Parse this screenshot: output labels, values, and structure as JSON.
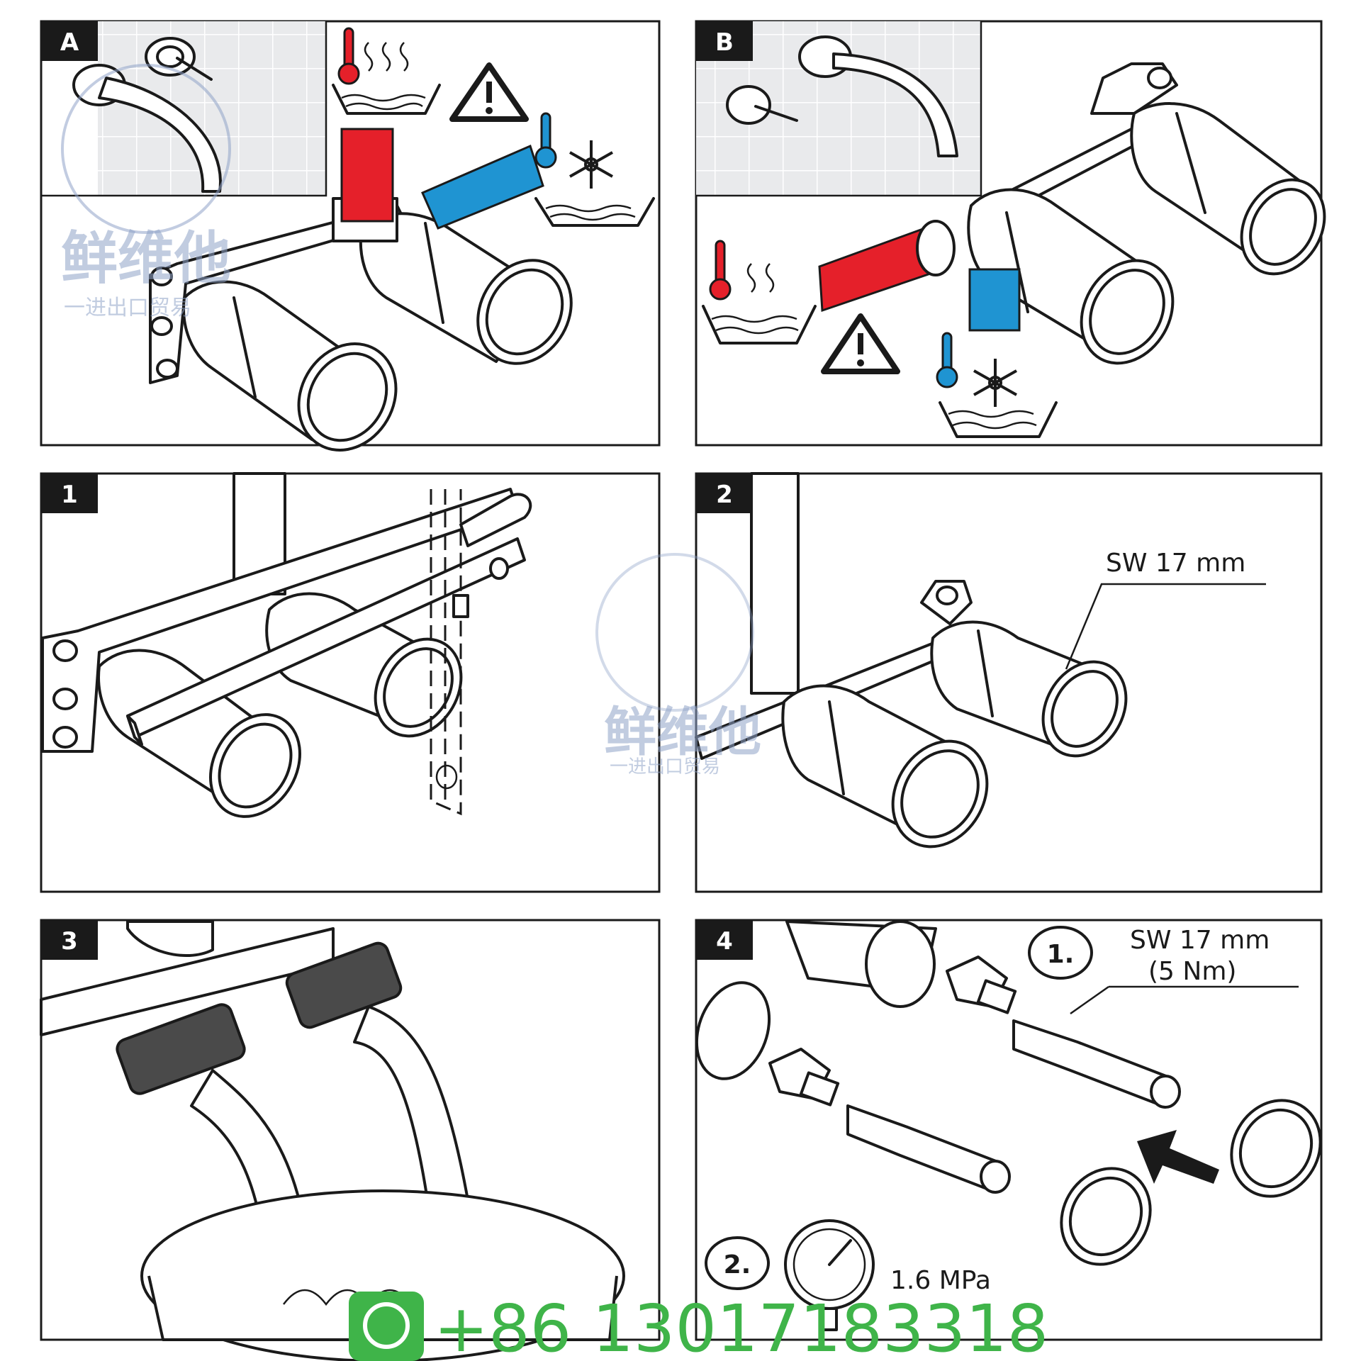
{
  "panels": [
    {
      "tag": "A"
    },
    {
      "tag": "B"
    },
    {
      "tag": "1"
    },
    {
      "tag": "2",
      "label": "SW 17 mm"
    },
    {
      "tag": "3"
    },
    {
      "tag": "4",
      "step1": "1.",
      "label_line1": "SW 17 mm",
      "label_line2": "(5 Nm)",
      "step2": "2.",
      "pressure": "1.6 MPa"
    }
  ],
  "watermark": {
    "brand": "鲜维他",
    "subtitle": "一进出口贸易"
  },
  "contact": {
    "phone": "+86 13017183318"
  },
  "colors": {
    "hot": "#e5202a",
    "cold": "#1f94d2",
    "whatsapp": "#3fb449",
    "watermark": "#8fa3c8"
  },
  "icons": [
    "warning-icon",
    "hot-thermometer-icon",
    "cold-thermometer-icon",
    "snowflake-icon",
    "hot-basin-icon",
    "cold-basin-icon",
    "pressure-gauge-icon",
    "arrow-icon",
    "whatsapp-icon"
  ]
}
